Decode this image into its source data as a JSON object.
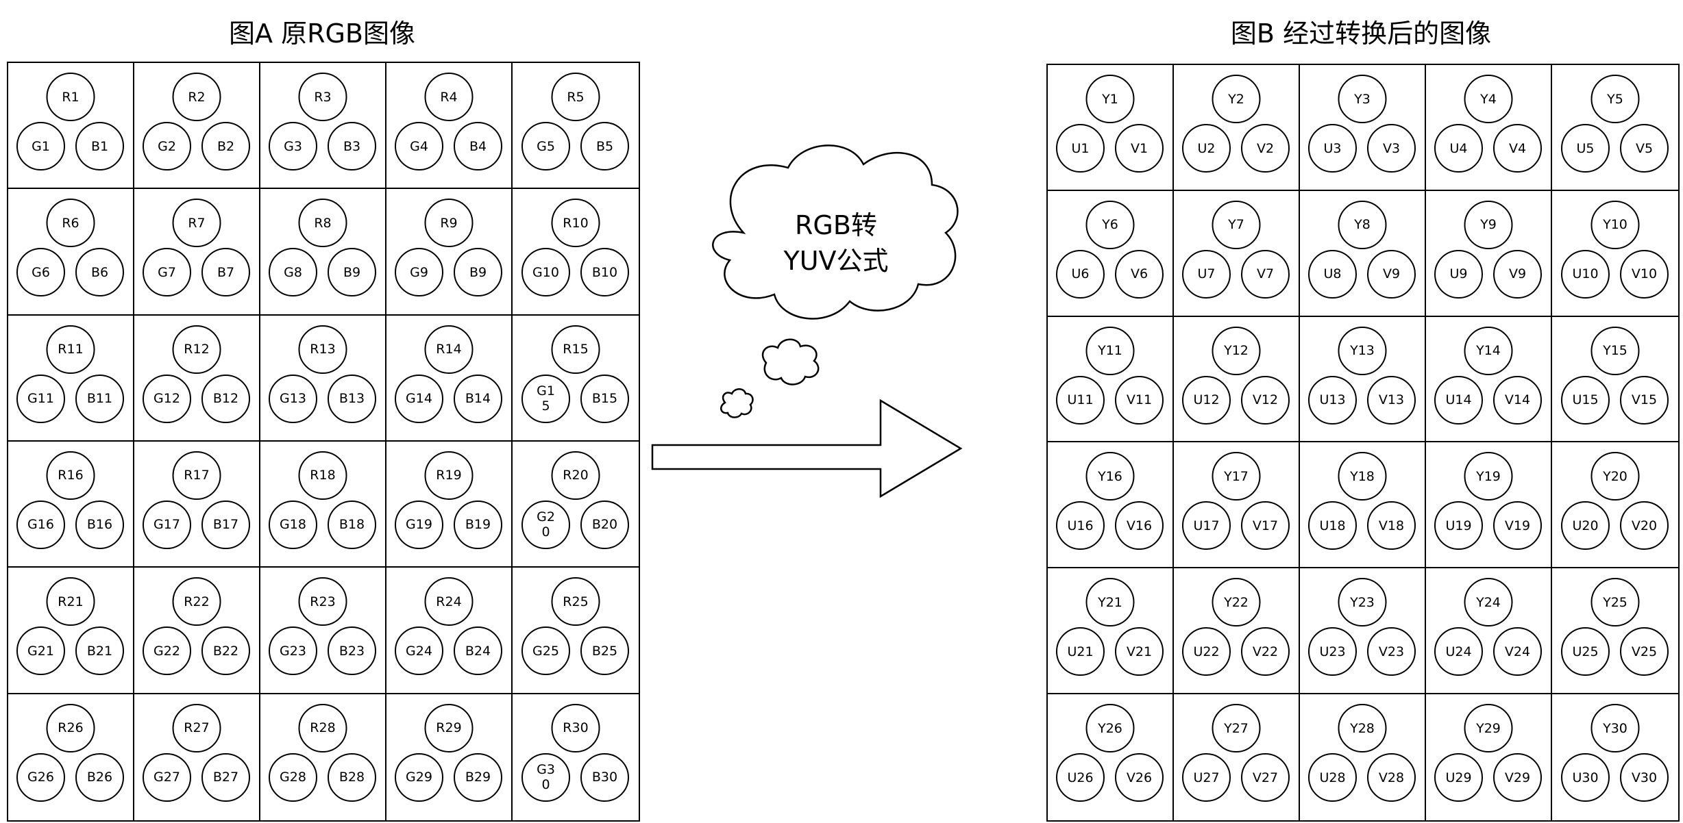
{
  "titles": {
    "a": "图A 原RGB图像",
    "b": "图B 经过转换后的图像"
  },
  "cloud": {
    "line1": "RGB转",
    "line2": "YUV公式"
  },
  "grid_a": [
    [
      "R1",
      "G1",
      "B1"
    ],
    [
      "R2",
      "G2",
      "B2"
    ],
    [
      "R3",
      "G3",
      "B3"
    ],
    [
      "R4",
      "G4",
      "B4"
    ],
    [
      "R5",
      "G5",
      "B5"
    ],
    [
      "R6",
      "G6",
      "B6"
    ],
    [
      "R7",
      "G7",
      "B7"
    ],
    [
      "R8",
      "G8",
      "B9"
    ],
    [
      "R9",
      "G9",
      "B9"
    ],
    [
      "R10",
      "G10",
      "B10"
    ],
    [
      "R11",
      "G11",
      "B11"
    ],
    [
      "R12",
      "G12",
      "B12"
    ],
    [
      "R13",
      "G13",
      "B13"
    ],
    [
      "R14",
      "G14",
      "B14"
    ],
    [
      "R15",
      "G15",
      "B15"
    ],
    [
      "R16",
      "G16",
      "B16"
    ],
    [
      "R17",
      "G17",
      "B17"
    ],
    [
      "R18",
      "G18",
      "B18"
    ],
    [
      "R19",
      "G19",
      "B19"
    ],
    [
      "R20",
      "G20",
      "B20"
    ],
    [
      "R21",
      "G21",
      "B21"
    ],
    [
      "R22",
      "G22",
      "B22"
    ],
    [
      "R23",
      "G23",
      "B23"
    ],
    [
      "R24",
      "G24",
      "B24"
    ],
    [
      "R25",
      "G25",
      "B25"
    ],
    [
      "R26",
      "G26",
      "B26"
    ],
    [
      "R27",
      "G27",
      "B27"
    ],
    [
      "R28",
      "G28",
      "B28"
    ],
    [
      "R29",
      "G29",
      "B29"
    ],
    [
      "R30",
      "G30",
      "B30"
    ]
  ],
  "grid_b": [
    [
      "Y1",
      "U1",
      "V1"
    ],
    [
      "Y2",
      "U2",
      "V2"
    ],
    [
      "Y3",
      "U3",
      "V3"
    ],
    [
      "Y4",
      "U4",
      "V4"
    ],
    [
      "Y5",
      "U5",
      "V5"
    ],
    [
      "Y6",
      "U6",
      "V6"
    ],
    [
      "Y7",
      "U7",
      "V7"
    ],
    [
      "Y8",
      "U8",
      "V9"
    ],
    [
      "Y9",
      "U9",
      "V9"
    ],
    [
      "Y10",
      "U10",
      "V10"
    ],
    [
      "Y11",
      "U11",
      "V11"
    ],
    [
      "Y12",
      "U12",
      "V12"
    ],
    [
      "Y13",
      "U13",
      "V13"
    ],
    [
      "Y14",
      "U14",
      "V14"
    ],
    [
      "Y15",
      "U15",
      "V15"
    ],
    [
      "Y16",
      "U16",
      "V16"
    ],
    [
      "Y17",
      "U17",
      "V17"
    ],
    [
      "Y18",
      "U18",
      "V18"
    ],
    [
      "Y19",
      "U19",
      "V19"
    ],
    [
      "Y20",
      "U20",
      "V20"
    ],
    [
      "Y21",
      "U21",
      "V21"
    ],
    [
      "Y22",
      "U22",
      "V22"
    ],
    [
      "Y23",
      "U23",
      "V23"
    ],
    [
      "Y24",
      "U24",
      "V24"
    ],
    [
      "Y25",
      "U25",
      "V25"
    ],
    [
      "Y26",
      "U26",
      "V26"
    ],
    [
      "Y27",
      "U27",
      "V27"
    ],
    [
      "Y28",
      "U28",
      "V28"
    ],
    [
      "Y29",
      "U29",
      "V29"
    ],
    [
      "Y30",
      "U30",
      "V30"
    ]
  ]
}
